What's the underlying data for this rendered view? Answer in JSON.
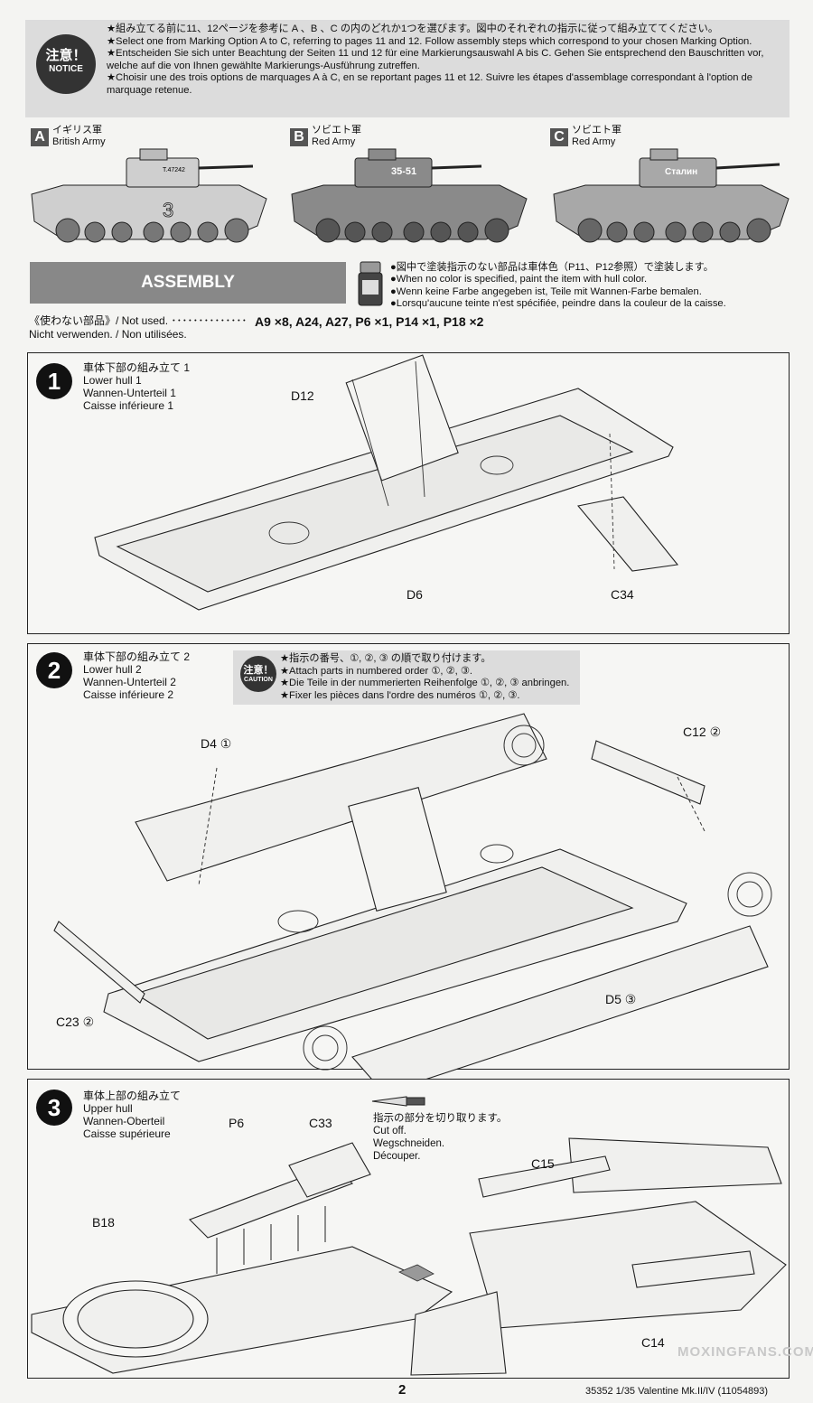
{
  "notice": {
    "badge_jp": "注意！",
    "badge_en": "NOTICE",
    "lines": [
      "★組み立てる前に11、12ページを参考に A 、B 、C の内のどれか1つを選びます。図中のそれぞれの指示に従って組み立ててください。",
      "★Select one from Marking Option A to C, referring to pages 11 and 12. Follow assembly steps which correspond to your chosen Marking Option.",
      "★Entscheiden Sie sich unter Beachtung der Seiten 11 und 12 für eine Markierungsauswahl A bis C. Gehen Sie entsprechend den Bauschritten vor, welche auf die von Ihnen gewählte Markierungs-Ausführung zutreffen.",
      "★Choisir une des trois options de marquages A à C, en se reportant pages 11 et 12. Suivre les étapes d'assemblage correspondant à l'option de marquage retenue."
    ]
  },
  "markings": [
    {
      "letter": "A",
      "jp": "イギリス軍",
      "en": "British Army",
      "tank_code": "T.47242",
      "tank_number": "3"
    },
    {
      "letter": "B",
      "jp": "ソビエト軍",
      "en": "Red Army",
      "tank_code": "35-51",
      "tank_number": ""
    },
    {
      "letter": "C",
      "jp": "ソビエト軍",
      "en": "Red Army",
      "tank_code": "Сталин",
      "tank_number": ""
    }
  ],
  "assembly": {
    "title": "ASSEMBLY",
    "paint_lines": [
      "●図中で塗装指示のない部品は車体色（P11、P12参照）で塗装します。",
      "●When no color is specified, paint the item with hull color.",
      "●Wenn keine Farbe angegeben ist, Teile mit Wannen-Farbe bemalen.",
      "●Lorsqu'aucune teinte n'est spécifiée, peindre dans la couleur de la caisse."
    ],
    "not_used_line1": "《使わない部品》/ Not used.  ･･････････････",
    "not_used_line2": "Nicht verwenden. / Non utilisées.",
    "not_used_parts": "A9 ×8, A24, A27, P6 ×1, P14 ×1, P18 ×2"
  },
  "steps": [
    {
      "number": "1",
      "title_lines": [
        "車体下部の組み立て 1",
        "Lower hull 1",
        "Wannen-Unterteil 1",
        "Caisse inférieure 1"
      ],
      "parts": [
        "D12",
        "D6",
        "C34"
      ]
    },
    {
      "number": "2",
      "title_lines": [
        "車体下部の組み立て 2",
        "Lower hull 2",
        "Wannen-Unterteil 2",
        "Caisse inférieure 2"
      ],
      "caution_jp": "注意！",
      "caution_en": "CAUTION",
      "caution_lines": [
        "★指示の番号、①, ②, ③ の順で取り付けます。",
        "★Attach parts in numbered order ①, ②, ③.",
        "★Die Teile in der nummerierten Reihenfolge ①, ②, ③ anbringen.",
        "★Fixer les pièces dans l'ordre des numéros ①, ②, ③."
      ],
      "parts": [
        "D4 ①",
        "C12 ②",
        "C23 ②",
        "D5 ③"
      ]
    },
    {
      "number": "3",
      "title_lines": [
        "車体上部の組み立て",
        "Upper hull",
        "Wannen-Oberteil",
        "Caisse supérieure"
      ],
      "cut_lines": [
        "指示の部分を切り取ります。",
        "Cut off.",
        "Wegschneiden.",
        "Découper."
      ],
      "parts": [
        "P6",
        "C33",
        "B18",
        "C15",
        "C14"
      ]
    }
  ],
  "footer": {
    "page": "2",
    "code": "35352  1/35 Valentine Mk.II/IV (11054893)",
    "watermark": "MOXINGFANS.COM"
  }
}
